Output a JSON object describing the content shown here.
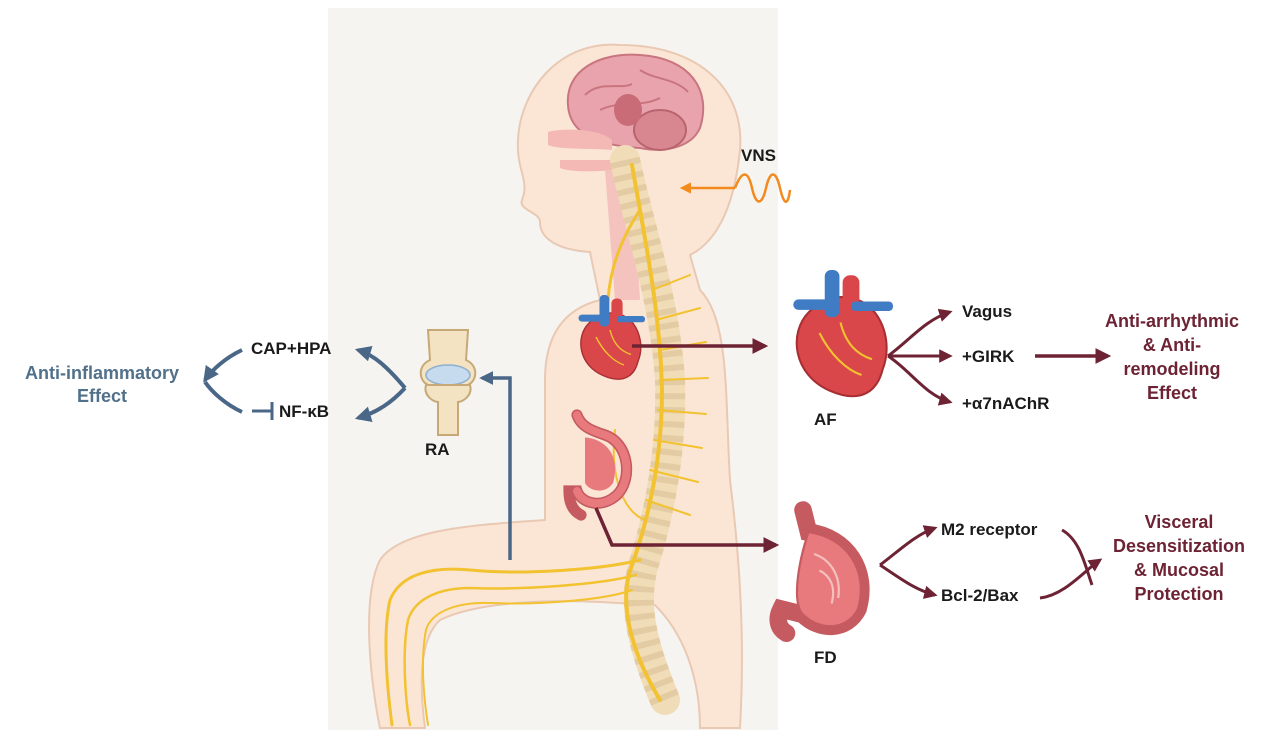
{
  "stimulation": {
    "label": "VNS"
  },
  "ra": {
    "label": "RA",
    "pathways": [
      "CAP+HPA",
      "NF-κB"
    ],
    "effect": [
      "Anti-inflammatory",
      "Effect"
    ]
  },
  "af": {
    "label": "AF",
    "pathways": [
      "Vagus",
      "+GIRK",
      "+α7nAChR"
    ],
    "effect": [
      "Anti-arrhythmic",
      "& Anti-",
      "remodeling",
      "Effect"
    ]
  },
  "fd": {
    "label": "FD",
    "pathways": [
      "M2 receptor",
      "Bcl-2/Bax"
    ],
    "effect": [
      "Visceral",
      "Desensitization",
      "& Mucosal",
      "Protection"
    ]
  },
  "colors": {
    "blue_arrow": "#4a6787",
    "maroon_arrow": "#6d2333",
    "orange_signal": "#f28a1e",
    "skin": "#fbe6d6",
    "nerve": "#f2c230",
    "heart_red": "#d9474a",
    "vessel_blue": "#3f7cc4",
    "stomach": "#e87a7e"
  },
  "icons": [
    "human-body-icon",
    "brain-icon",
    "spine-icon",
    "vagus-nerve-icon",
    "heart-icon",
    "stomach-icon",
    "knee-joint-icon",
    "wave-signal-icon"
  ]
}
